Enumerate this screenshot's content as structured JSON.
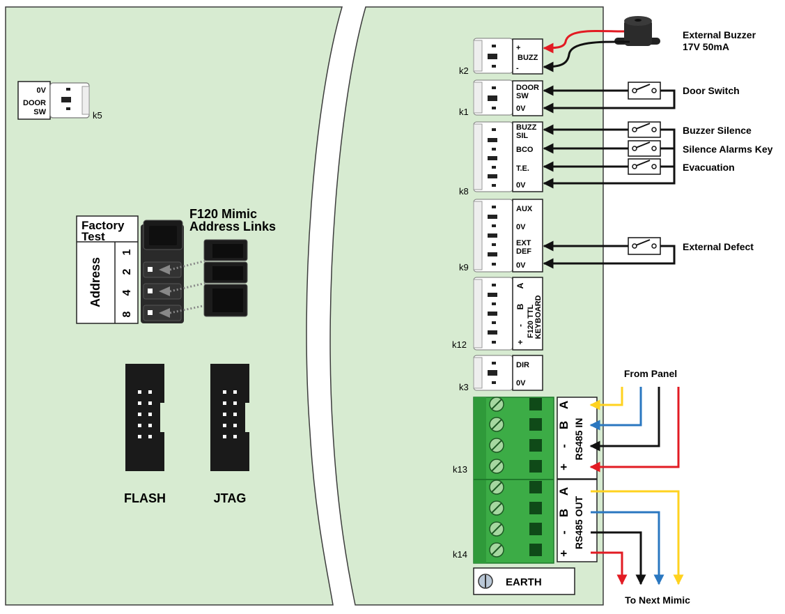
{
  "colors": {
    "board": "#d7ebd1",
    "board_edge": "#3c3c3c",
    "wire_red": "#e21b23",
    "wire_yellow": "#ffd21f",
    "wire_blue": "#2a77c0",
    "wire_black": "#111111",
    "terminal_green": "#3cac46",
    "terminal_dark": "#1f7a2b"
  },
  "left_board": {
    "k5": {
      "id": "k5",
      "labels": [
        "0V",
        "DOOR",
        "SW"
      ]
    },
    "factory_test": [
      "Factory",
      "Test"
    ],
    "address_label": "Address",
    "address_bits": [
      "1",
      "2",
      "4",
      "8"
    ],
    "mimic_title": [
      "F120 Mimic",
      "Address Links"
    ],
    "flash_label": "FLASH",
    "jtag_label": "JTAG"
  },
  "connectors": {
    "k2": {
      "id": "k2",
      "labels": [
        "+",
        "BUZZ",
        "-"
      ]
    },
    "k1": {
      "id": "k1",
      "labels": [
        "DOOR",
        "SW",
        "0V"
      ]
    },
    "k8": {
      "id": "k8",
      "labels": [
        "BUZZ",
        "SIL",
        "BCO",
        "T.E.",
        "0V"
      ]
    },
    "k9": {
      "id": "k9",
      "labels": [
        "AUX",
        "0V",
        "EXT",
        "DEF",
        "0V"
      ]
    },
    "k12": {
      "id": "k12",
      "labels": [
        "A",
        "B",
        "-",
        "+",
        "F120 TTL",
        "KEYBOARD"
      ]
    },
    "k3": {
      "id": "k3",
      "labels": [
        "DIR",
        "0V"
      ]
    },
    "k13": {
      "id": "k13",
      "pins": [
        "A",
        "B",
        "-",
        "+"
      ],
      "name": "RS485 IN"
    },
    "k14": {
      "id": "k14",
      "pins": [
        "A",
        "B",
        "-",
        "+"
      ],
      "name": "RS485 OUT"
    },
    "earth": "EARTH"
  },
  "external": {
    "buzzer": [
      "External Buzzer",
      "17V 50mA"
    ],
    "door_switch": "Door Switch",
    "buzzer_silence": "Buzzer Silence",
    "silence_alarms_key": "Silence Alarms Key",
    "evacuation": "Evacuation",
    "external_defect": "External Defect",
    "from_panel": "From Panel",
    "to_next_mimic": "To Next Mimic"
  }
}
